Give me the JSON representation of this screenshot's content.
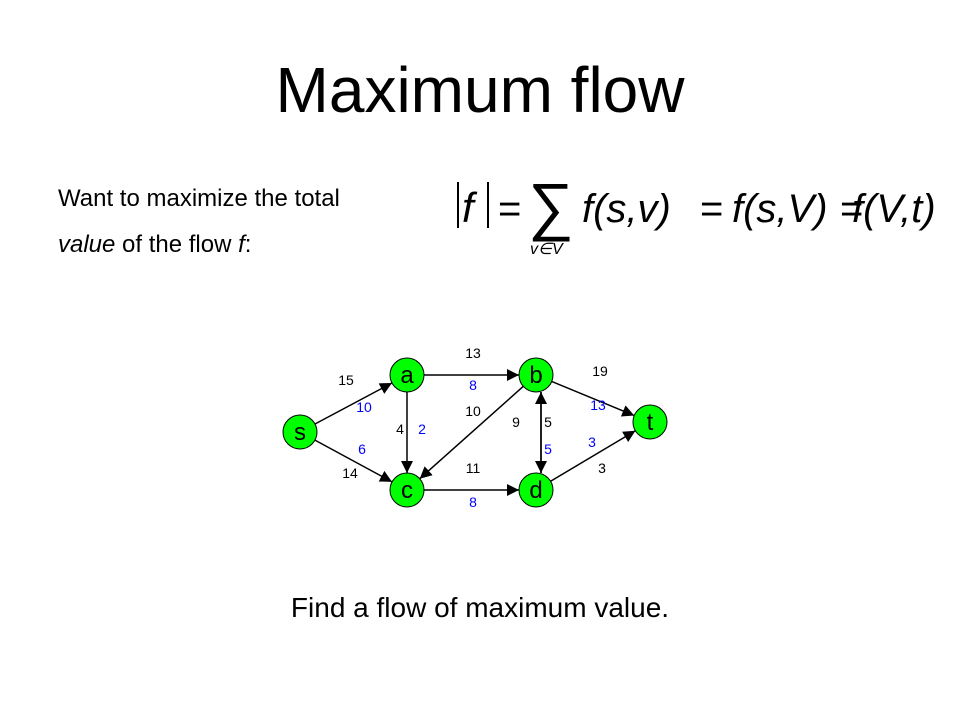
{
  "title": "Maximum flow",
  "intro": {
    "line1": "Want to maximize the total",
    "line2_italic_value": "value",
    "line2_rest": " of the flow ",
    "line2_italic_f": "f",
    "line2_colon": ":"
  },
  "formula": {
    "abs_f": "f",
    "equals": "=",
    "sum_symbol": "∑",
    "sum_subscript": "v∈V",
    "term1": "f(s,v)",
    "term2": "f(s,V)",
    "term3": "f(V,t)"
  },
  "graph": {
    "node_color": "#00ff00",
    "flow_color": "#0000ff",
    "nodes": [
      "s",
      "a",
      "b",
      "c",
      "d",
      "t"
    ],
    "edges": [
      {
        "from": "s",
        "to": "a",
        "capacity": "15",
        "flow": "10"
      },
      {
        "from": "s",
        "to": "c",
        "capacity": "14",
        "flow": "6"
      },
      {
        "from": "a",
        "to": "b",
        "capacity": "13",
        "flow": "8"
      },
      {
        "from": "a",
        "to": "c",
        "capacity": "4",
        "flow": "2"
      },
      {
        "from": "b",
        "to": "c",
        "capacity": "10",
        "flow": ""
      },
      {
        "from": "b",
        "to": "d",
        "capacity": "9",
        "flow": ""
      },
      {
        "from": "d",
        "to": "b",
        "capacity": "5",
        "flow": "5"
      },
      {
        "from": "b",
        "to": "t",
        "capacity": "19",
        "flow": "13"
      },
      {
        "from": "c",
        "to": "d",
        "capacity": "11",
        "flow": "8"
      },
      {
        "from": "d",
        "to": "t",
        "capacity": "3",
        "flow": "3"
      }
    ]
  },
  "footer": "Find a flow of maximum value."
}
